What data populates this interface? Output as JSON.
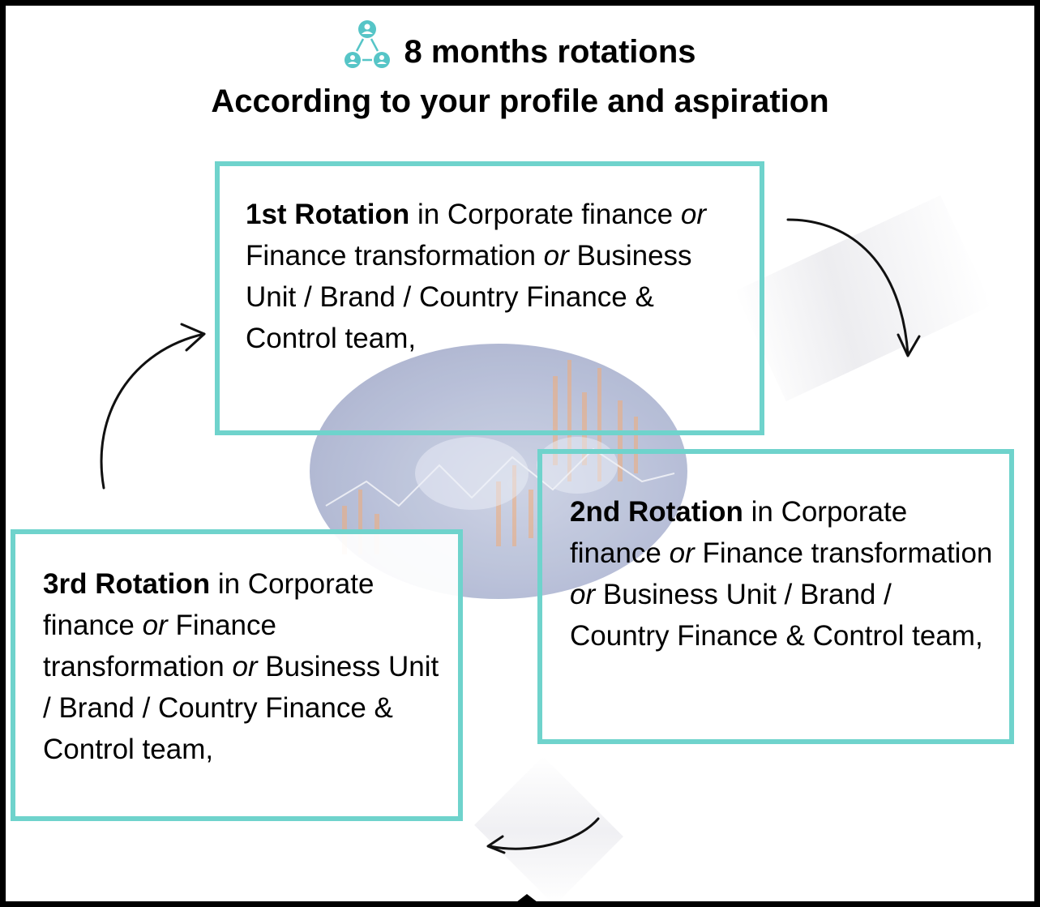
{
  "header": {
    "title": "8 months rotations",
    "subtitle": "According to your profile and aspiration",
    "icon": "people-network-icon"
  },
  "colors": {
    "accent": "#6fd3cc",
    "text": "#000000",
    "background": "#ffffff"
  },
  "rotations": [
    {
      "title": "1st  Rotation",
      "intro": " in Corporate finance ",
      "or1": "or",
      "mid1": " Finance transformation ",
      "or2": "or",
      "rest": " Business Unit / Brand / Country Finance & Control team,"
    },
    {
      "title": "2nd  Rotation",
      "intro": " in Corporate finance ",
      "or1": "or",
      "mid1": " Finance transformation ",
      "or2": "or",
      "rest": " Business Unit / Brand / Country Finance & Control team,"
    },
    {
      "title": "3rd  Rotation",
      "intro": " in Corporate finance ",
      "or1": "or",
      "mid1": " Finance transformation ",
      "or2": "or",
      "rest": " Business Unit / Brand / Country Finance & Control team,"
    }
  ]
}
